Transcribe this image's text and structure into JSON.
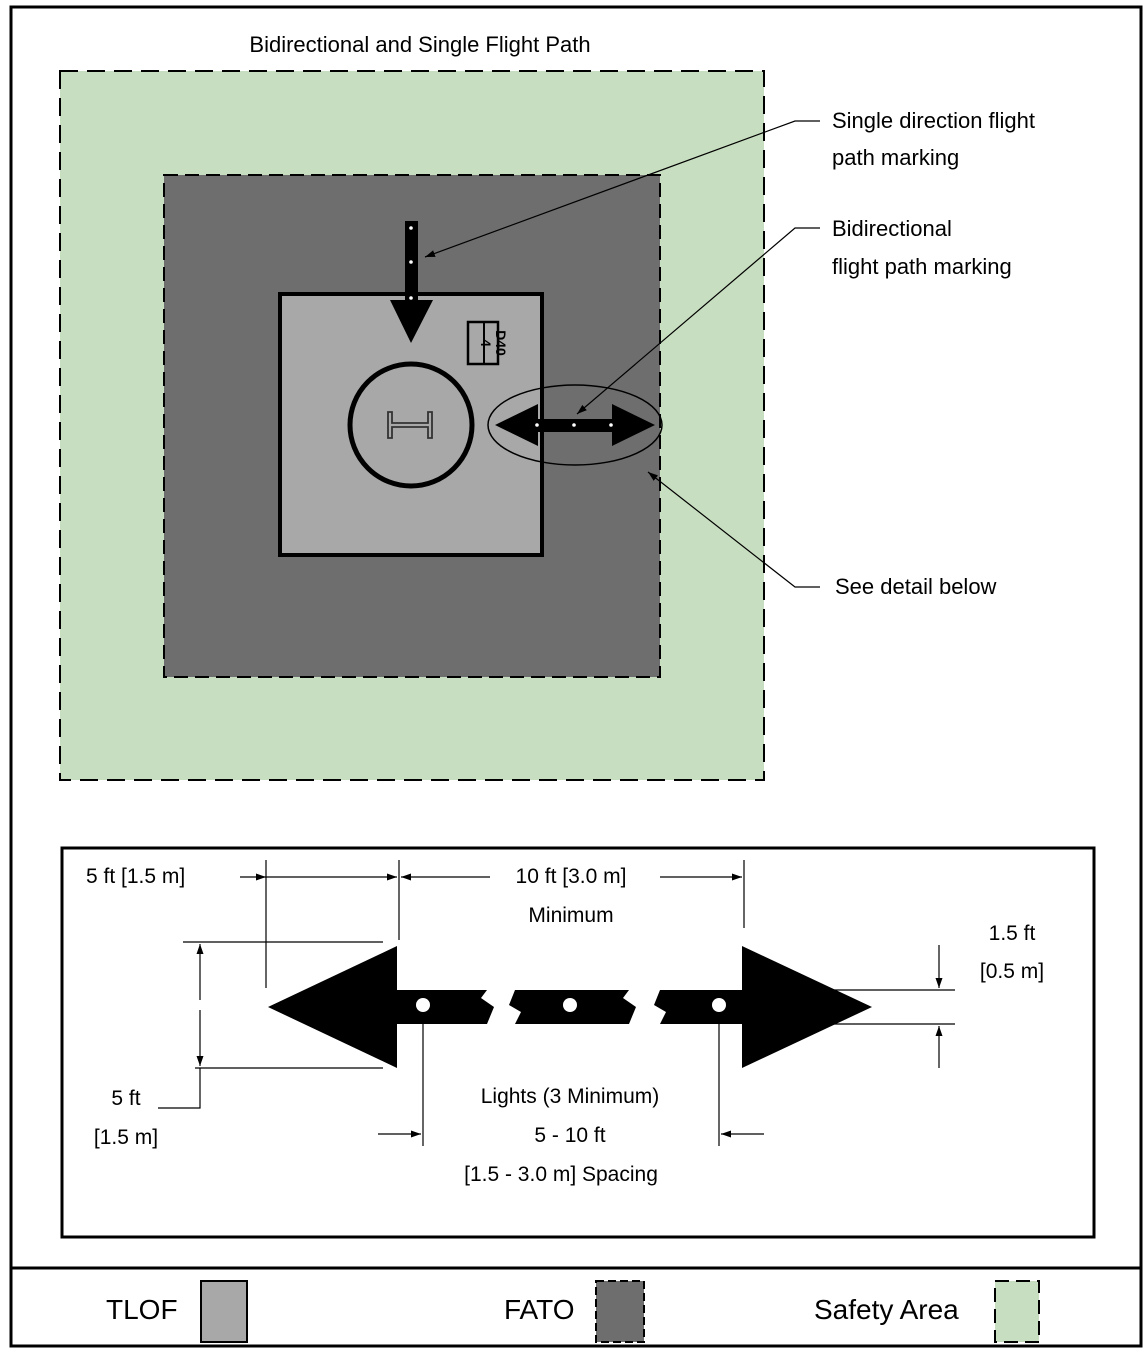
{
  "title": "Bidirectional and Single Flight Path",
  "callouts": {
    "single_line1": "Single direction flight",
    "single_line2": "path marking",
    "bi_line1": "Bidirectional",
    "bi_line2": "flight path marking",
    "detail": "See detail below"
  },
  "size_marker": {
    "weight": "4",
    "dvalue": "D40"
  },
  "detail": {
    "dim_left": "5 ft [1.5 m]",
    "dim_center_line1": "10 ft [3.0 m]",
    "dim_center_line2": "Minimum",
    "dim_right_line1": "1.5 ft",
    "dim_right_line2": "[0.5 m]",
    "dim_height_line1": "5 ft",
    "dim_height_line2": "[1.5 m]",
    "lights_line1": "Lights (3 Minimum)",
    "lights_line2": "5 - 10 ft",
    "lights_line3": "[1.5 - 3.0 m] Spacing"
  },
  "legend": [
    {
      "label": "TLOF",
      "color": "#a8a8a8",
      "dashed": false
    },
    {
      "label": "FATO",
      "color": "#6e6e6e",
      "dashed": true
    },
    {
      "label": "Safety Area",
      "color": "#c8dec0",
      "dashed": true
    }
  ],
  "colors": {
    "safety_area": "#c8dec0",
    "fato": "#6e6e6e",
    "tlof": "#a8a8a8",
    "marking": "#000000"
  }
}
